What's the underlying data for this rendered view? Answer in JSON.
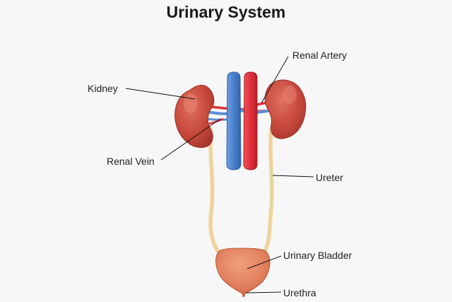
{
  "title": "Urinary System",
  "labels": {
    "kidney": "Kidney",
    "renal_artery": "Renal Artery",
    "renal_vein": "Renal Vein",
    "ureter": "Ureter",
    "urinary_bladder": "Urinary Bladder",
    "urethra": "Urethra"
  },
  "colors": {
    "background": "#f7f7f7",
    "kidney": "#c44a3c",
    "vein": "#4f86cf",
    "artery": "#e1323a",
    "ureter": "#f1d9a6",
    "bladder": "#e48360"
  }
}
